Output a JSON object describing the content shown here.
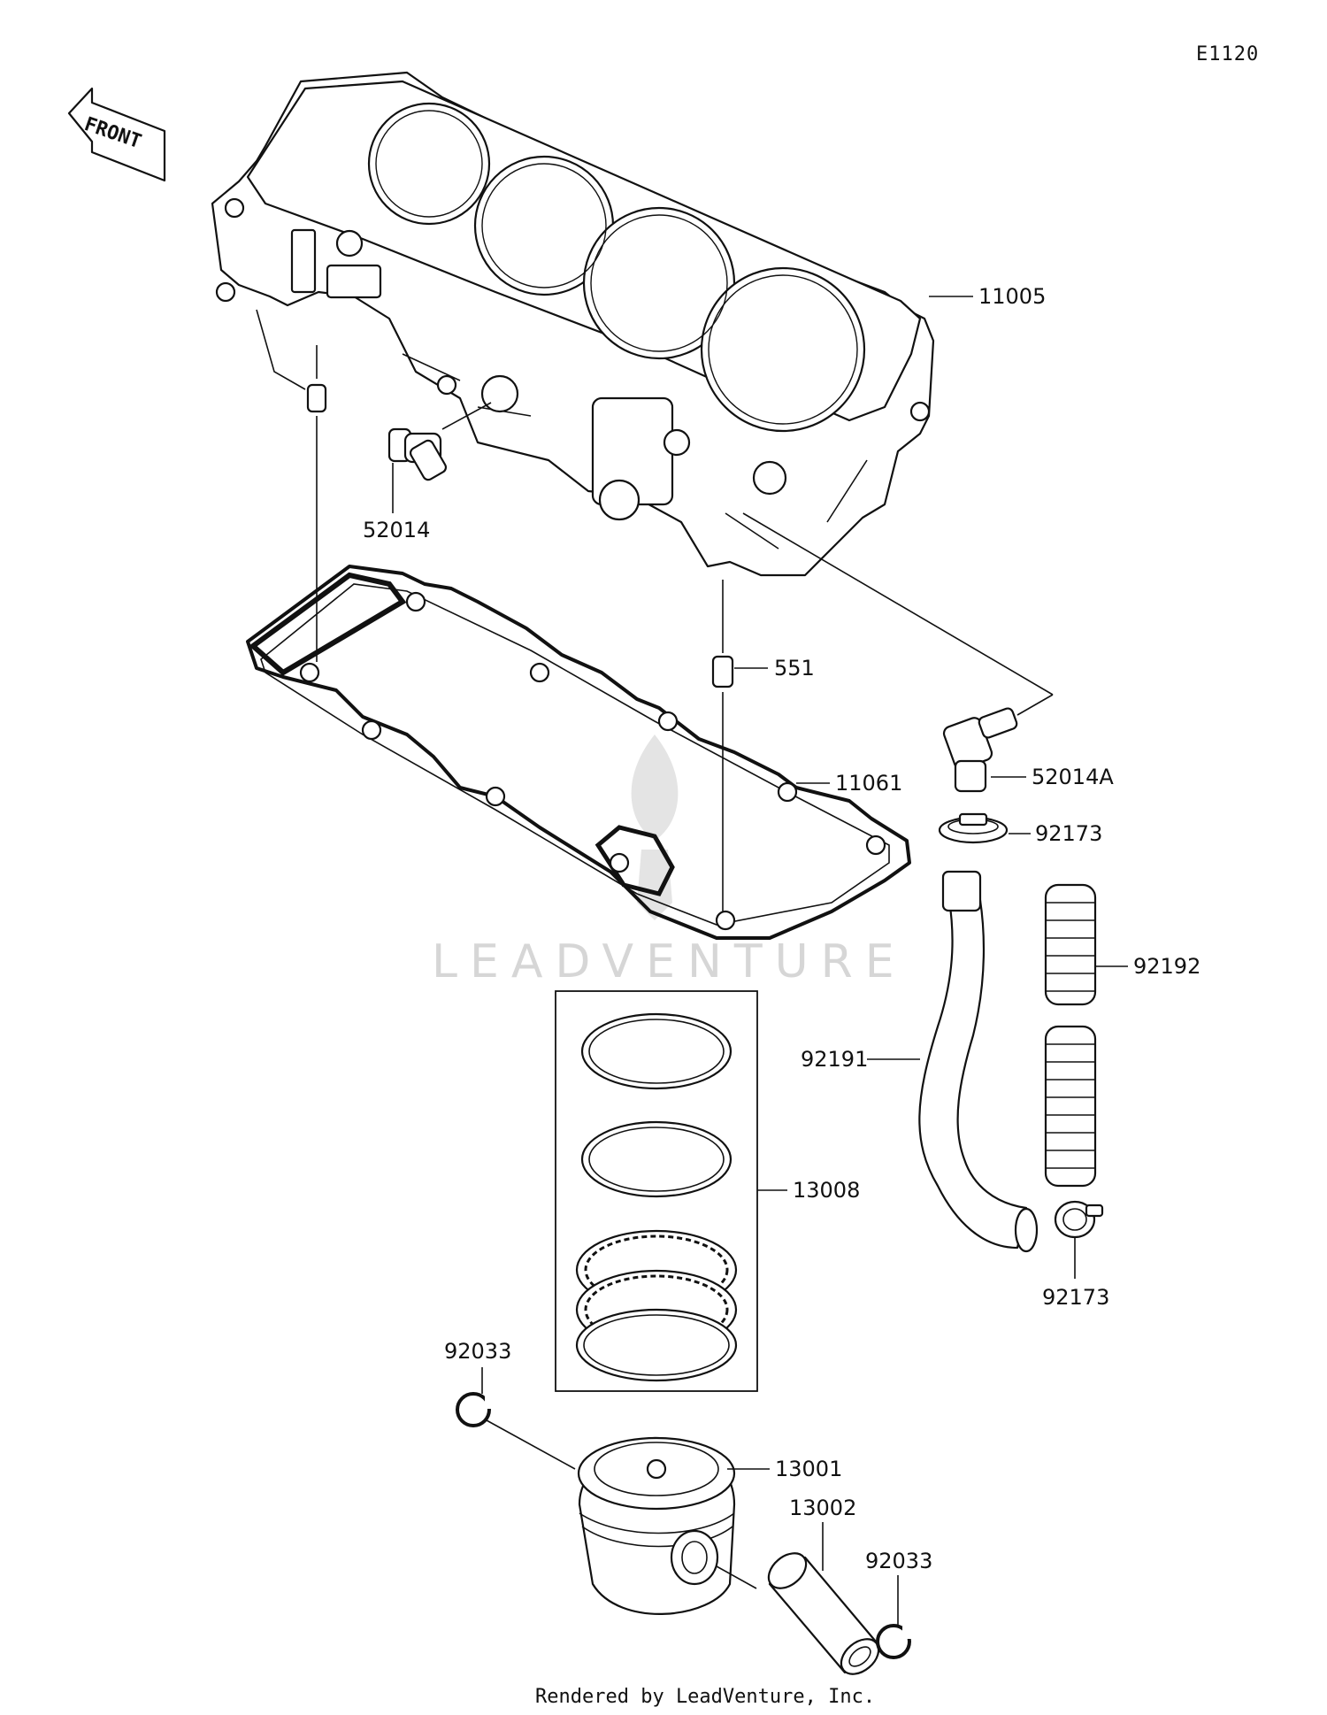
{
  "diagram_code": "E1120",
  "front_label": "FRONT",
  "watermark_text": "LEADVENTURE",
  "footer": "Rendered by LeadVenture, Inc.",
  "callouts": {
    "c11005": "11005",
    "c52014": "52014",
    "c551": "551",
    "c52014A": "52014A",
    "c11061": "11061",
    "c92173a": "92173",
    "c92192": "92192",
    "c92191": "92191",
    "c13008": "13008",
    "c92173b": "92173",
    "c92033a": "92033",
    "c13001": "13001",
    "c13002": "13002",
    "c92033b": "92033"
  },
  "colors": {
    "line": "#111111",
    "watermark": "#d6d6d6",
    "background": "#ffffff"
  }
}
